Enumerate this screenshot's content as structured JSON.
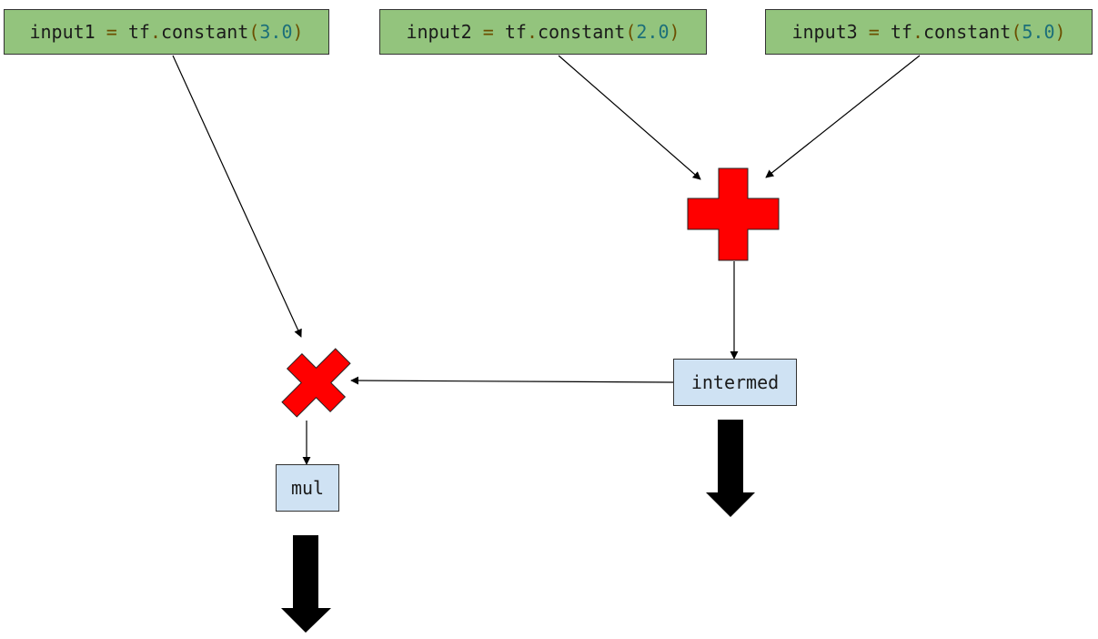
{
  "inputs": [
    {
      "var": "input1",
      "op": "=",
      "module": "tf",
      "dot": ".",
      "func": "constant",
      "open": "(",
      "value": "3.0",
      "close": ")"
    },
    {
      "var": "input2",
      "op": "=",
      "module": "tf",
      "dot": ".",
      "func": "constant",
      "open": "(",
      "value": "2.0",
      "close": ")"
    },
    {
      "var": "input3",
      "op": "=",
      "module": "tf",
      "dot": ".",
      "func": "constant",
      "open": "(",
      "value": "5.0",
      "close": ")"
    }
  ],
  "nodes": {
    "intermed": "intermed",
    "mul": "mul"
  },
  "colors": {
    "code_box_fill": "#93c47d",
    "node_box_fill": "#cfe2f3",
    "operator_fill": "#ff0000",
    "output_arrow": "#000000"
  },
  "icons": {
    "add_operation": "plus-icon",
    "multiply_operation": "multiply-icon",
    "output": "down-arrow-icon"
  }
}
